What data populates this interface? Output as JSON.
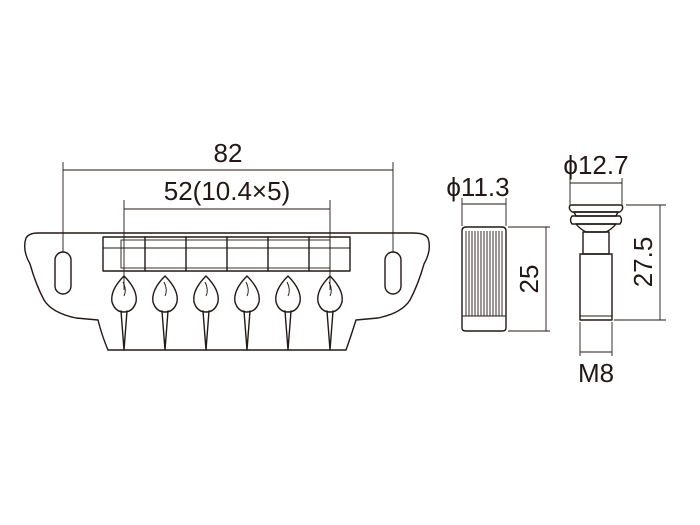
{
  "dimensions": {
    "bridge_width": "82",
    "string_spacing": "52(10.4×5)",
    "stud_anchor_diameter": "ϕ11.3",
    "stud_anchor_height": "25",
    "stud_head_diameter": "ϕ12.7",
    "stud_height": "27.5",
    "stud_thread": "M8"
  },
  "colors": {
    "line": "#231815",
    "background": "#ffffff"
  }
}
